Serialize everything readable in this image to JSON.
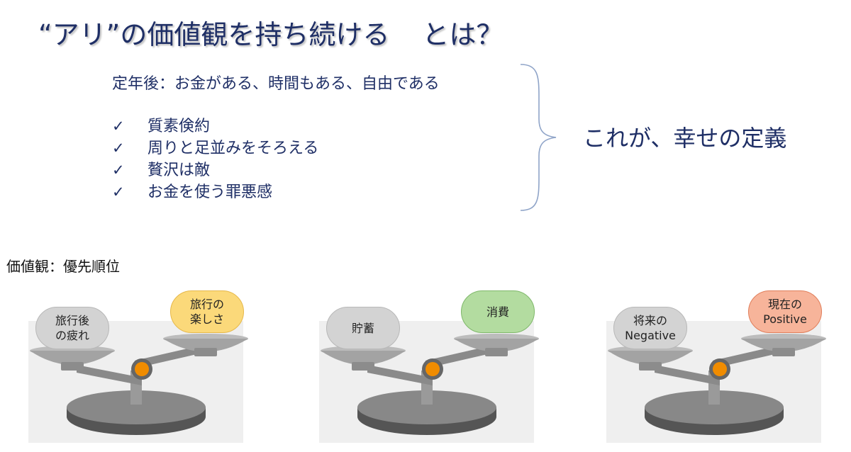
{
  "title": {
    "main": "“アリ”の価値観を持ち続ける",
    "suffix": "とは？"
  },
  "premise": "定年後：お金がある、時間もある、自由である",
  "checklist": {
    "mark": "✓",
    "items": [
      "質素倹約",
      "周りと足並みをそろえる",
      "贅沢は敵",
      "お金を使う罪悪感"
    ]
  },
  "conclusion": "これが、幸せの定義",
  "section_label": "価値観：優先順位",
  "scales": [
    {
      "left_label": "旅行後\nの疲れ",
      "right_label": "旅行の\n楽しさ",
      "right_color": "#fbd97a",
      "right_border": "#e6b84a"
    },
    {
      "left_label": "貯蓄",
      "right_label": "消費",
      "right_color": "#b3dca0",
      "right_border": "#7fb86a"
    },
    {
      "left_label": "将来の\nNegative",
      "right_label": "現在の\nPositive",
      "right_color": "#f7b49a",
      "right_border": "#e07e5a"
    }
  ],
  "colors": {
    "text_accent": "#1f2f66",
    "brace": "#8fa4c8",
    "pivot": "#f08c00",
    "scale_gray": "#8a8a8a"
  }
}
